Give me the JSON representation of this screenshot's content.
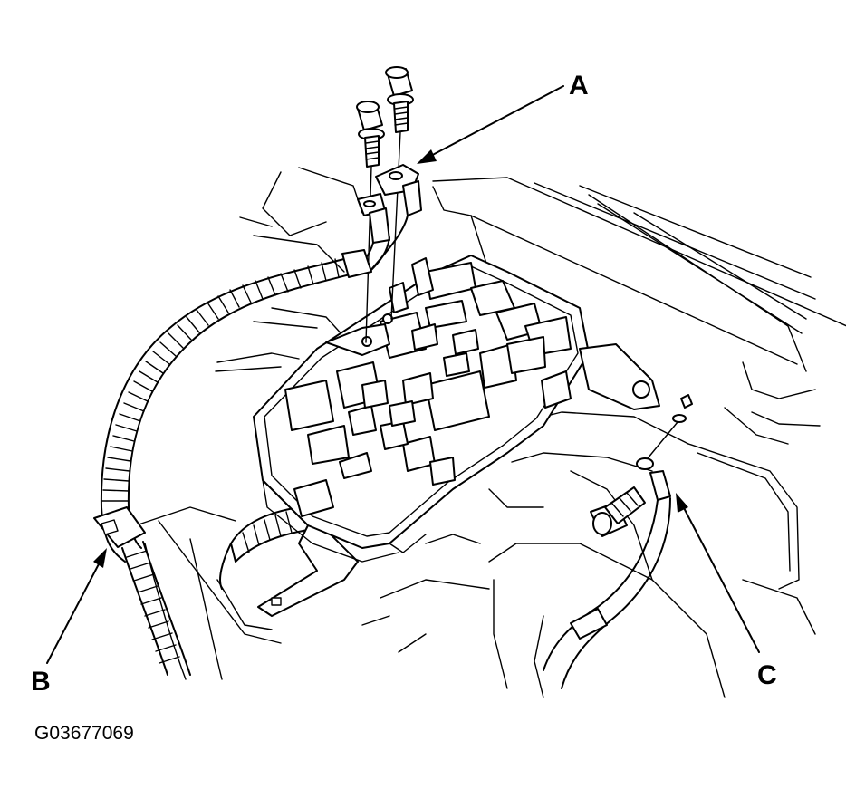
{
  "callouts": {
    "a": "A",
    "b": "B",
    "c": "C"
  },
  "figure_id": "G03677069"
}
